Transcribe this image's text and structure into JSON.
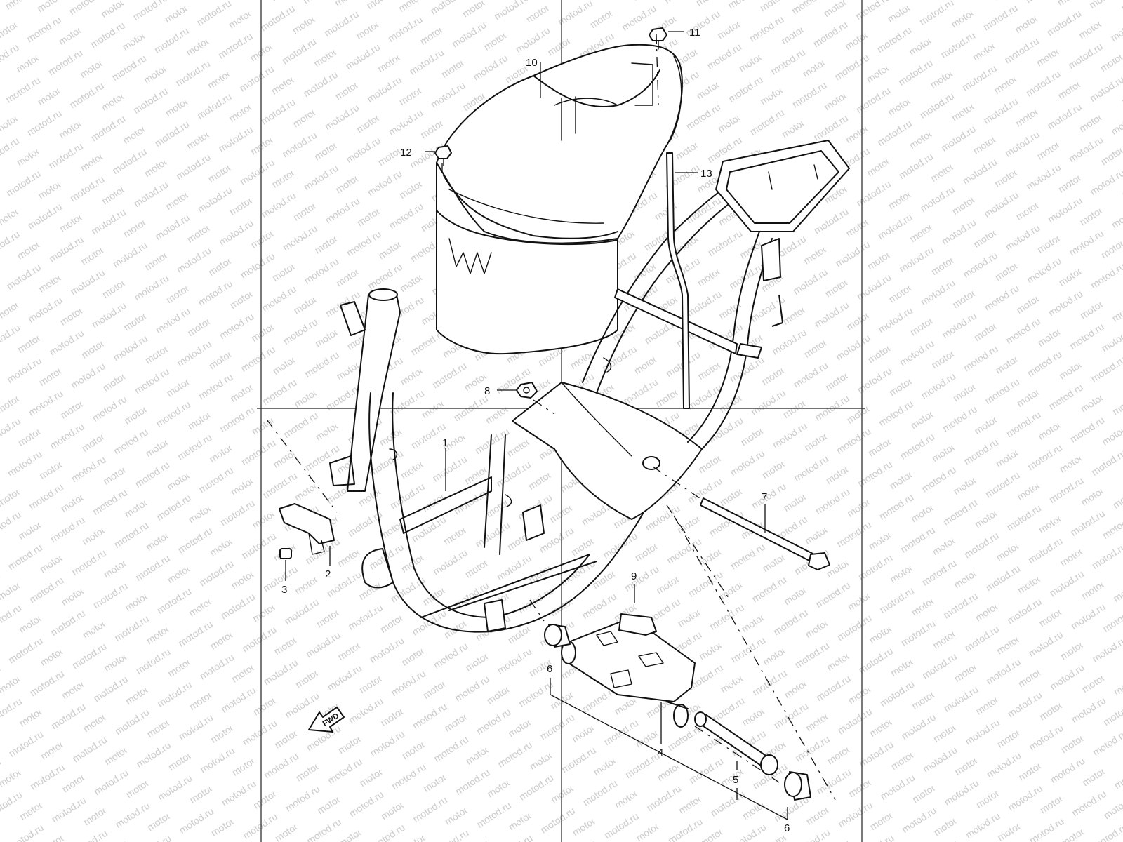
{
  "watermark": {
    "text": "motod.ru"
  },
  "fwd_label": "FWD",
  "callouts": {
    "c1": "1",
    "c2": "2",
    "c3": "3",
    "c4": "4",
    "c5": "5",
    "c6a": "6",
    "c6b": "6",
    "c7": "7",
    "c8": "8",
    "c9": "9",
    "c10": "10",
    "c11": "11",
    "c12": "12",
    "c13": "13"
  }
}
